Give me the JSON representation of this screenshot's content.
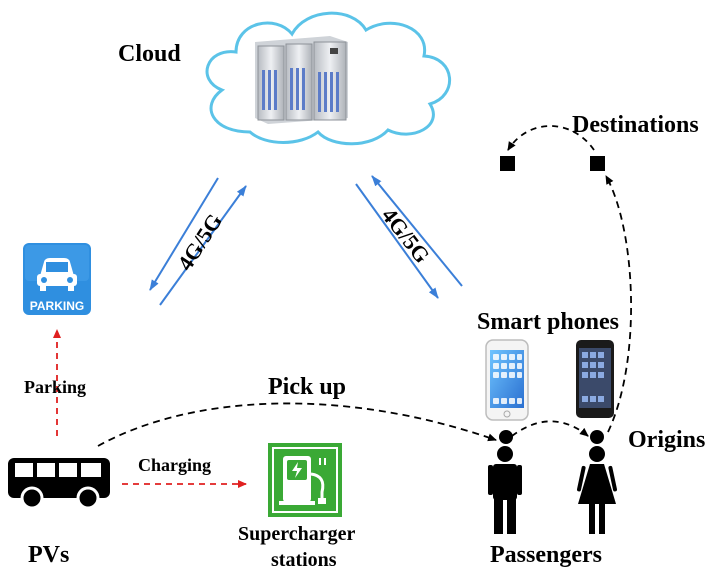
{
  "labels": {
    "cloud": "Cloud",
    "destinations": "Destinations",
    "smart_phones": "Smart phones",
    "pick_up": "Pick up",
    "origins": "Origins",
    "parking": "Parking",
    "charging": "Charging",
    "supercharger_line1": "Supercharger",
    "supercharger_line2": "stations",
    "pvs": "PVs",
    "passengers": "Passengers",
    "link_left": "4G/5G",
    "link_right": "4G/5G",
    "parking_sign": "PARKING"
  },
  "colors": {
    "cloud_outline": "#5bc3e8",
    "link_arrow": "#3b7fd8",
    "parking_bg": "#2f8fe0",
    "charger_green": "#3aa935",
    "red_arrow": "#e02020",
    "black": "#000000"
  }
}
